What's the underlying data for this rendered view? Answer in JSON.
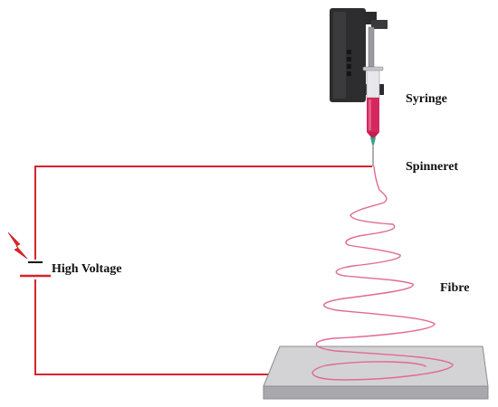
{
  "labels": {
    "syringe": "Syringe",
    "spinneret": "Spinneret",
    "high_voltage": "High Voltage",
    "fibre": "Fibre"
  },
  "icons": {
    "power_source": "lightning-bolt-icon",
    "pump": "syringe-pump-icon"
  },
  "colors": {
    "circuit_wire": "#d8222a",
    "fibre": "#e06a92",
    "syringe_liquid": "#d4285e",
    "needle_tip": "#2fa58b",
    "pump_body": "#2d2d2f",
    "collector_top": "#d3d3d6",
    "collector_side": "#a9a9ad",
    "bolt": "#e62420"
  }
}
